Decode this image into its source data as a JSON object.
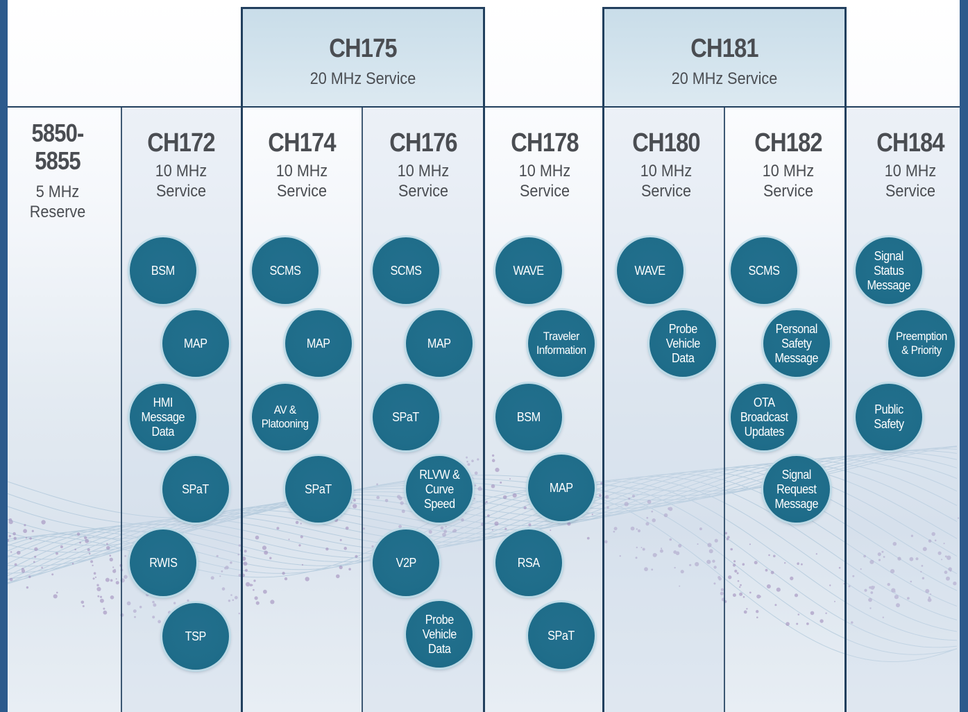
{
  "reserve": {
    "line1": "5850-",
    "line2": "5855",
    "line3": "5 MHz",
    "line4": "Reserve"
  },
  "groups": [
    {
      "title": "CH175",
      "subtitle": "20 MHz Service"
    },
    {
      "title": "CH181",
      "subtitle": "20 MHz Service"
    }
  ],
  "channels": [
    {
      "name": "CH172",
      "line2": "10 MHz",
      "line3": "Service",
      "messages": [
        "BSM",
        "MAP",
        "HMI\nMessage\nData",
        "SPaT",
        "RWIS",
        "TSP"
      ]
    },
    {
      "name": "CH174",
      "line2": "10 MHz",
      "line3": "Service",
      "messages": [
        "SCMS",
        "MAP",
        "AV &\nPlatooning",
        "SPaT"
      ]
    },
    {
      "name": "CH176",
      "line2": "10 MHz",
      "line3": "Service",
      "messages": [
        "SCMS",
        "MAP",
        "SPaT",
        "RLVW &\nCurve\nSpeed",
        "V2P",
        "Probe\nVehicle\nData"
      ]
    },
    {
      "name": "CH178",
      "line2": "10 MHz",
      "line3": "Service",
      "messages": [
        "WAVE",
        "Traveler\nInformation",
        "BSM",
        "MAP",
        "RSA",
        "SPaT"
      ]
    },
    {
      "name": "CH180",
      "line2": "10 MHz",
      "line3": "Service",
      "messages": [
        "WAVE",
        "Probe\nVehicle\nData"
      ]
    },
    {
      "name": "CH182",
      "line2": "10 MHz",
      "line3": "Service",
      "messages": [
        "SCMS",
        "Personal\nSafety\nMessage",
        "OTA\nBroadcast\nUpdates",
        "Signal\nRequest\nMessage"
      ]
    },
    {
      "name": "CH184",
      "line2": "10 MHz",
      "line3": "Service",
      "messages": [
        "Signal\nStatus\nMessage",
        "Preemption\n& Priority",
        "Public\nSafety"
      ]
    }
  ],
  "colors": {
    "bubble": "#1f6d8a",
    "border": "#22405e",
    "text": "#4a4d52",
    "group_header": "#cfe0ea",
    "frame": "#2c5a8c"
  }
}
